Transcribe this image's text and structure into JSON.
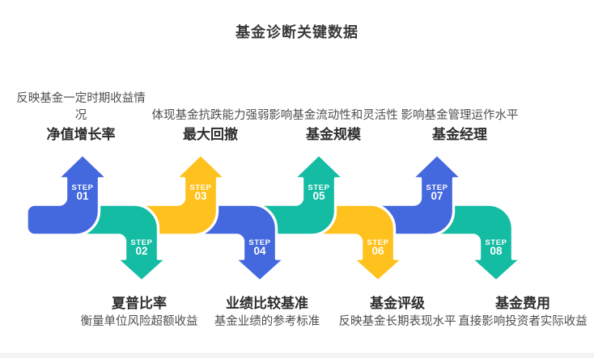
{
  "title": "基金诊断关键数据",
  "colors": {
    "blue": "#4468DE",
    "teal": "#14BCA3",
    "yellow": "#FEC11E",
    "step_text": "#FFFFFF",
    "footer_bar": "#F4F4F5"
  },
  "steps": [
    {
      "step_label": "STEP",
      "number": "01",
      "color_key": "blue",
      "direction": "up"
    },
    {
      "step_label": "STEP",
      "number": "02",
      "color_key": "teal",
      "direction": "down"
    },
    {
      "step_label": "STEP",
      "number": "03",
      "color_key": "yellow",
      "direction": "up"
    },
    {
      "step_label": "STEP",
      "number": "04",
      "color_key": "blue",
      "direction": "down"
    },
    {
      "step_label": "STEP",
      "number": "05",
      "color_key": "teal",
      "direction": "up"
    },
    {
      "step_label": "STEP",
      "number": "06",
      "color_key": "yellow",
      "direction": "down"
    },
    {
      "step_label": "STEP",
      "number": "07",
      "color_key": "blue",
      "direction": "up"
    },
    {
      "step_label": "STEP",
      "number": "08",
      "color_key": "teal",
      "direction": "down"
    }
  ],
  "metrics_top": [
    {
      "description": "反映基金一定时期收益情况",
      "keyword": "净值增长率"
    },
    {
      "description": "体现基金抗跌能力强弱",
      "keyword": "最大回撤"
    },
    {
      "description": "影响基金流动性和灵活性",
      "keyword": "基金规模"
    },
    {
      "description": "影响基金管理运作水平",
      "keyword": "基金经理"
    }
  ],
  "metrics_bottom": [
    {
      "keyword": "夏普比率",
      "description": "衡量单位风险超额收益"
    },
    {
      "keyword": "业绩比较基准",
      "description": "基金业绩的参考标准"
    },
    {
      "keyword": "基金评级",
      "description": "反映基金长期表现水平"
    },
    {
      "keyword": "基金费用",
      "description": "直接影响投资者实际收益"
    }
  ]
}
